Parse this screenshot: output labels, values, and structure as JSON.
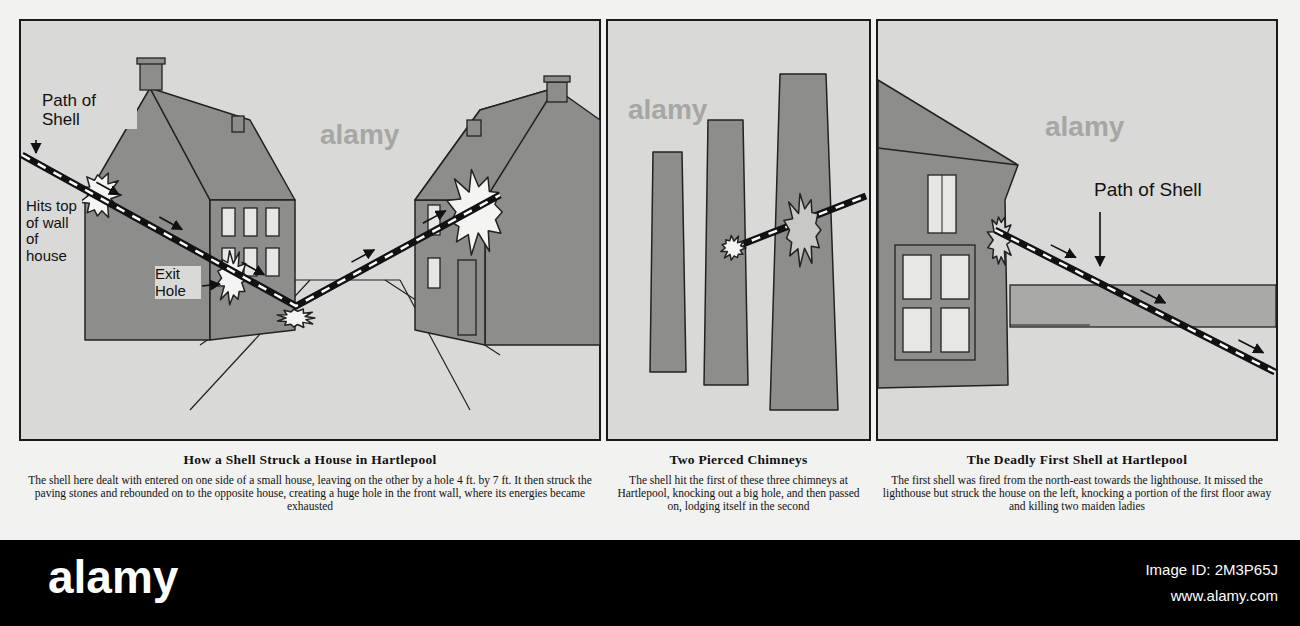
{
  "diagram": {
    "nodes": [
      {
        "text": [
          "How a Shell Struck a House in Hartlepool",
          "The shell here dealt with entered on one side of a small house, leaving on the other by a hole 4 ft. by 7 ft. It then struck the paving stones and rebounded on to the opposite house, creating a huge hole in the front wall, where its energies became exhausted"
        ]
      },
      {
        "text": [
          "Two Pierced Chimneys",
          "The shell hit the first of these three chimneys at Hartlepool, knocking out a big hole, and then passed on, lodging itself in the second"
        ]
      },
      {
        "text": [
          "The Deadly First Shell at Hartlepool",
          "The first shell was fired from the north-east towards the lighthouse. It missed the lighthouse but struck the house on the left, knocking a portion of the first floor away and killing two maiden ladies"
        ]
      }
    ],
    "labels": [
      "Path of Shell",
      "Hits top of wall of house",
      "Exit Hole",
      "Path of Shell",
      "alamy",
      "alamy",
      "alamy",
      "alamy",
      "Image ID: 2M3P65J",
      "www.alamy.com"
    ]
  }
}
